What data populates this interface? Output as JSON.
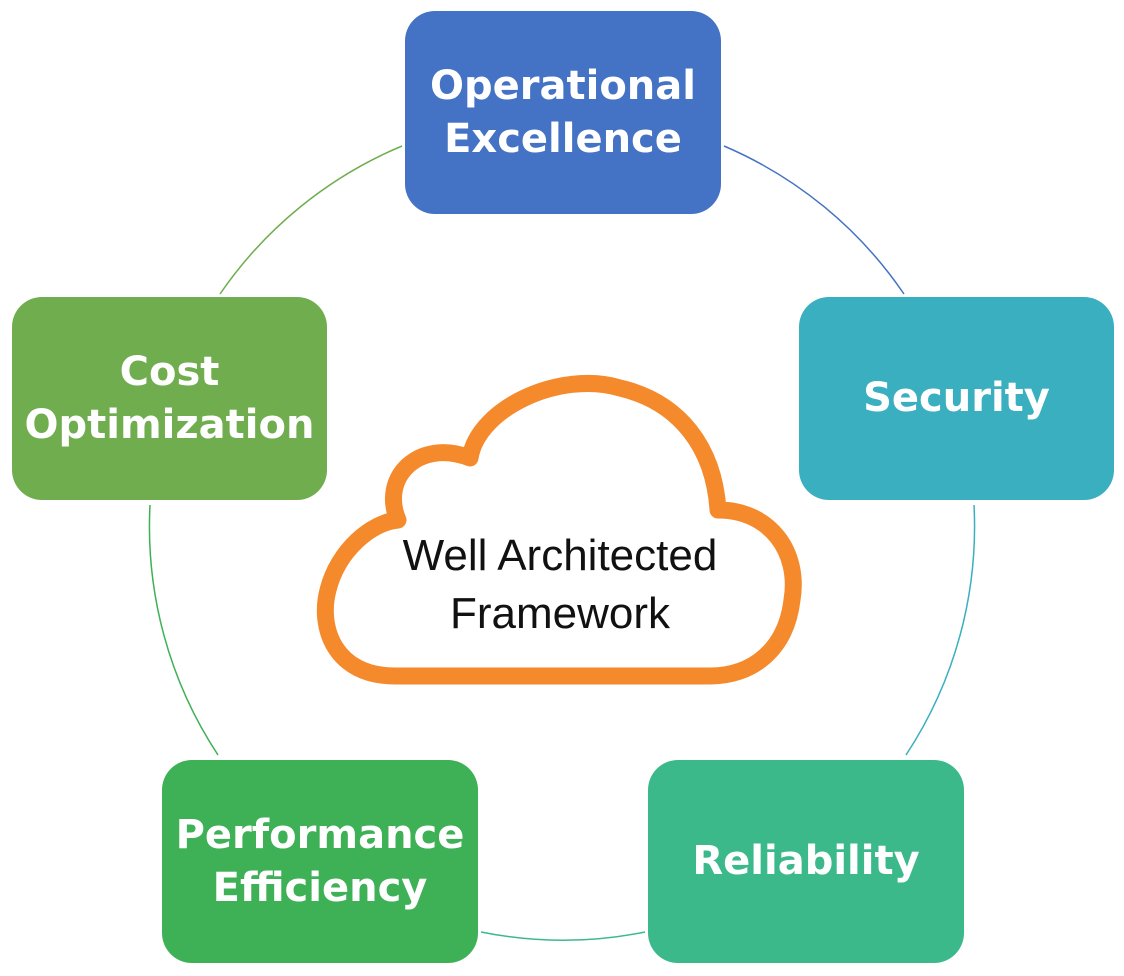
{
  "diagram": {
    "center": {
      "label": "Well Architected\nFramework",
      "outline_color": "#F58A2C"
    },
    "pillars": [
      {
        "id": "operational",
        "label": "Operational\nExcellence",
        "color": "#4472C4"
      },
      {
        "id": "security",
        "label": "Security",
        "color": "#3AAFBF"
      },
      {
        "id": "reliability",
        "label": "Reliability",
        "color": "#3CB98B"
      },
      {
        "id": "performance",
        "label": "Performance\nEfficiency",
        "color": "#3EB055"
      },
      {
        "id": "cost",
        "label": "Cost\nOptimization",
        "color": "#70AD4F"
      }
    ],
    "connector_colors": [
      "#4472C4",
      "#3AAFBF",
      "#3CB98B",
      "#3EB055",
      "#70AD4F"
    ]
  }
}
